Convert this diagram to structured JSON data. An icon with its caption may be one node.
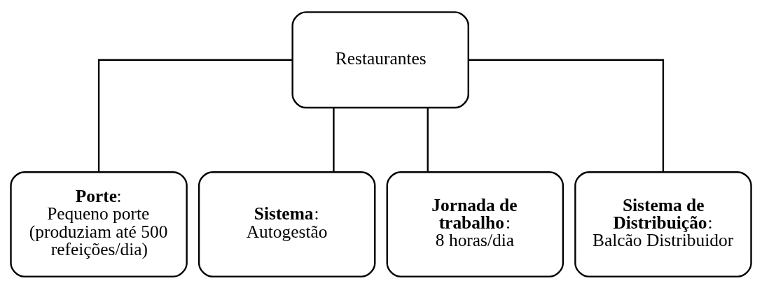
{
  "diagram": {
    "nodes": [
      {
        "text": [
          "Restaurantes"
        ]
      },
      {
        "text": [
          "**Porte**:",
          "Pequeno porte (produziam até 500 refeições/dia)"
        ]
      },
      {
        "text": [
          "**Sistema**:",
          "Autogestão"
        ]
      },
      {
        "text": [
          "**Jornada de trabalho**:",
          "8 horas/dia"
        ]
      },
      {
        "text": [
          "**Sistema de Distribuição**:",
          "Balcão Distribuidor"
        ]
      }
    ],
    "edges": [
      {
        "from": 0,
        "to": 1,
        "arrow": "none"
      },
      {
        "from": 0,
        "to": 2,
        "arrow": "none"
      },
      {
        "from": 0,
        "to": 3,
        "arrow": "none"
      },
      {
        "from": 0,
        "to": 4,
        "arrow": "none"
      }
    ]
  }
}
